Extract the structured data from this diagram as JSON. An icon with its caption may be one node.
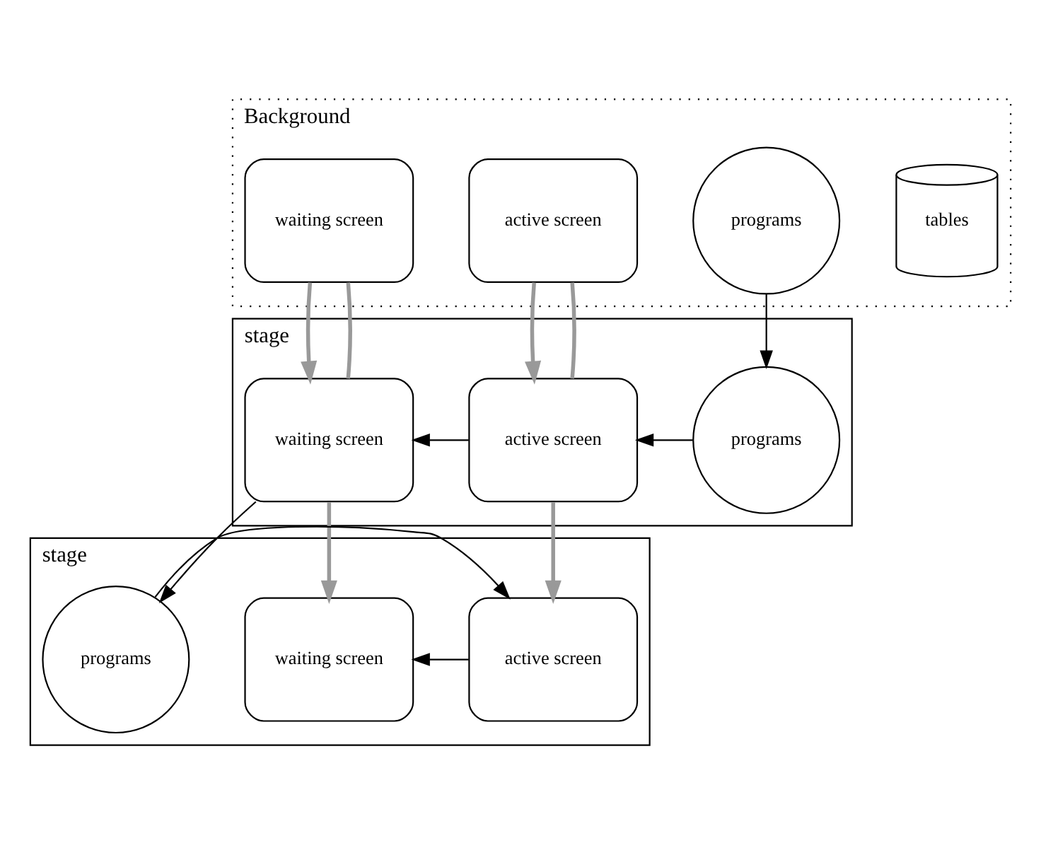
{
  "diagram": {
    "nodes": [
      {
        "text": [
          "Background"
        ]
      },
      {
        "text": [
          "tables"
        ],
        "in": 0
      },
      {
        "text": [
          "programs"
        ],
        "in": 0
      },
      {
        "text": [
          "active screen"
        ],
        "in": 0
      },
      {
        "text": [
          "waiting screen"
        ],
        "in": 0
      },
      {
        "text": [
          "stage"
        ]
      },
      {
        "text": [
          "programs"
        ],
        "in": 5
      },
      {
        "text": [
          "active screen"
        ],
        "in": 5
      },
      {
        "text": [
          "waiting screen"
        ],
        "in": 5
      },
      {
        "text": [
          "stage"
        ]
      },
      {
        "text": [
          "programs"
        ],
        "in": 9
      },
      {
        "text": [
          "active screen"
        ],
        "in": 9
      },
      {
        "text": [
          "waiting screen"
        ],
        "in": 9
      }
    ],
    "edges": [
      {
        "from": 2,
        "to": 6,
        "arrow": "to"
      },
      {
        "from": 3,
        "to": 7,
        "arrow": "to",
        "color": "#999999",
        "style": "thick"
      },
      {
        "from": 3,
        "to": 7,
        "arrow": "none",
        "color": "#999999",
        "style": "thick"
      },
      {
        "from": 4,
        "to": 8,
        "arrow": "to",
        "color": "#999999",
        "style": "thick"
      },
      {
        "from": 4,
        "to": 8,
        "arrow": "none",
        "color": "#999999",
        "style": "thick"
      },
      {
        "from": 6,
        "to": 7,
        "arrow": "to"
      },
      {
        "from": 7,
        "to": 8,
        "arrow": "to"
      },
      {
        "from": 8,
        "to": 10,
        "arrow": "to"
      },
      {
        "from": 7,
        "to": 11,
        "arrow": "to",
        "color": "#999999",
        "style": "thick"
      },
      {
        "from": 8,
        "to": 12,
        "arrow": "to",
        "color": "#999999",
        "style": "thick"
      },
      {
        "from": 10,
        "to": 11,
        "arrow": "to"
      },
      {
        "from": 11,
        "to": 12,
        "arrow": "to"
      }
    ]
  }
}
